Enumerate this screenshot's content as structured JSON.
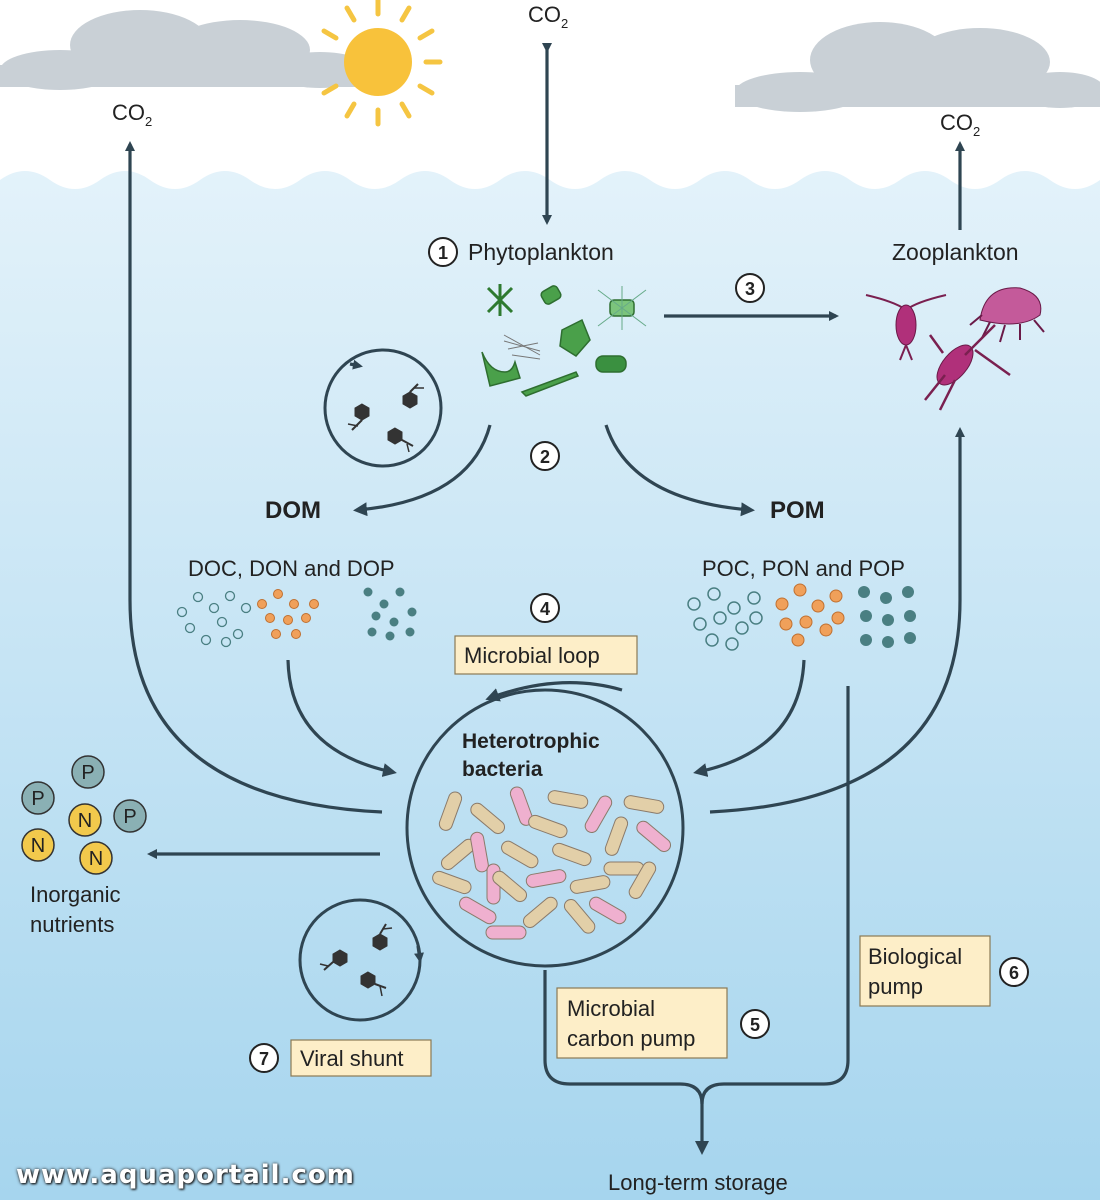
{
  "colors": {
    "sky": "#ffffff",
    "ocean_top": "#dff0f9",
    "ocean_bottom": "#a8d6ef",
    "arrow": "#2f4552",
    "box_fill": "#fdeec8",
    "phyto_green": "#4aa04a",
    "zoo_magenta": "#b0307a",
    "nutrient_grey": "#8ab0b4",
    "nutrient_yellow": "#f2c94c",
    "bacteria_tan": "#e2cfa8",
    "bacteria_pink": "#efb0cf"
  },
  "co2": {
    "base": "CO",
    "sub": "2"
  },
  "labels": {
    "phytoplankton": "Phytoplankton",
    "zooplankton": "Zooplankton",
    "dom": "DOM",
    "pom": "POM",
    "doc": "DOC, DON and DOP",
    "poc": "POC, PON and POP",
    "bacteria_line1": "Heterotrophic",
    "bacteria_line2": "bacteria",
    "inorganic_line1": "Inorganic",
    "inorganic_line2": "nutrients",
    "long_term": "Long-term storage"
  },
  "boxes": {
    "microbial_loop": "Microbial loop",
    "microbial_carbon_pump_1": "Microbial",
    "microbial_carbon_pump_2": "carbon pump",
    "biological_pump_1": "Biological",
    "biological_pump_2": "pump",
    "viral_shunt": "Viral shunt"
  },
  "steps": [
    "1",
    "2",
    "3",
    "4",
    "5",
    "6",
    "7"
  ],
  "nutrients": [
    "P",
    "P",
    "N",
    "P",
    "N",
    "N"
  ],
  "icons": [
    "sun-icon",
    "cloud-icon",
    "phytoplankton-icon",
    "zooplankton-icon",
    "virus-icon",
    "bacteria-icon"
  ],
  "watermark": "www.aquaportail.com"
}
